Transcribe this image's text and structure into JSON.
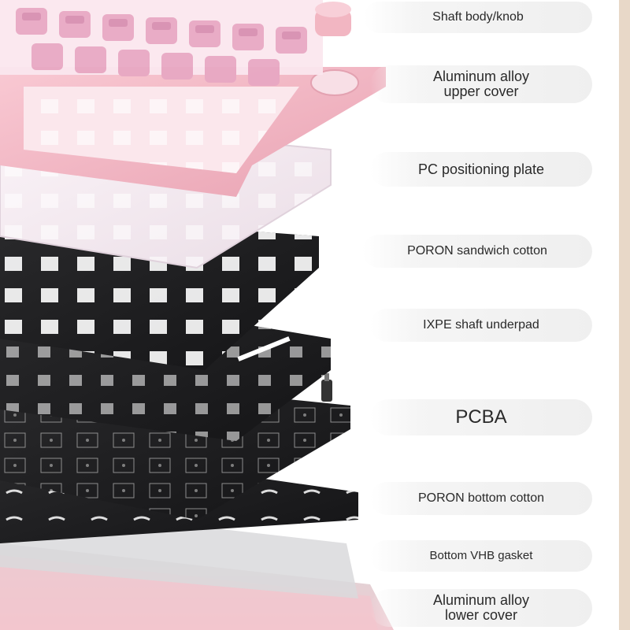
{
  "labels": [
    {
      "id": "shaft-body-knob",
      "text": "Shaft body/knob"
    },
    {
      "id": "aluminum-alloy-upper-cover",
      "text": "Aluminum alloy\nupper cover"
    },
    {
      "id": "pc-positioning-plate",
      "text": "PC positioning plate"
    },
    {
      "id": "poron-sandwich-cotton",
      "text": "PORON sandwich cotton"
    },
    {
      "id": "ixpe-shaft-underpad",
      "text": "IXPE shaft underpad"
    },
    {
      "id": "pcba",
      "text": "PCBA"
    },
    {
      "id": "poron-bottom-cotton",
      "text": "PORON bottom cotton"
    },
    {
      "id": "bottom-vhb-gasket",
      "text": "Bottom VHB gasket"
    },
    {
      "id": "aluminum-alloy-lower-cover",
      "text": "Aluminum alloy\nlower cover"
    }
  ],
  "colors": {
    "case_pink": "#f2b6c2",
    "switch_pink": "#e6a7c2",
    "plate_white": "#f6eef4",
    "foam_black": "#1d1d1f",
    "pcb_black": "#121214",
    "label_bg": "#efefef",
    "label_text": "#2a2a2a",
    "edge_strip": "#e8d8c8"
  }
}
